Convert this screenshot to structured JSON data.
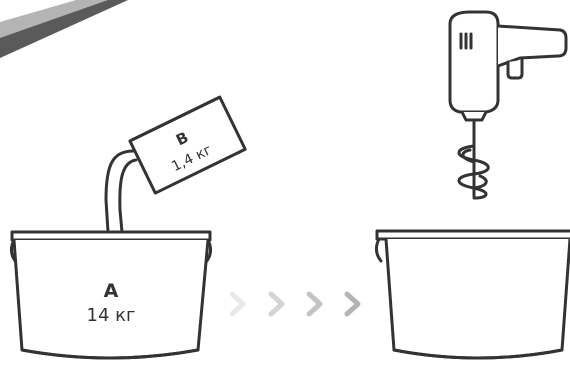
{
  "bucket_a": {
    "letter": "A",
    "weight": "14 кг"
  },
  "container_b": {
    "letter": "B",
    "weight": "1,4 кг"
  },
  "colors": {
    "outline": "#333333",
    "fill": "#ffffff",
    "corner_banner": "#5a5a5a",
    "corner_banner_light": "#b4b4b4",
    "arrow_shades": [
      "#e9e9e9",
      "#d4d4d4",
      "#c4c4c4",
      "#b4b4b4"
    ]
  },
  "icons": [
    "drill-icon",
    "mixer-paddle-icon",
    "chevron-right-icon"
  ]
}
